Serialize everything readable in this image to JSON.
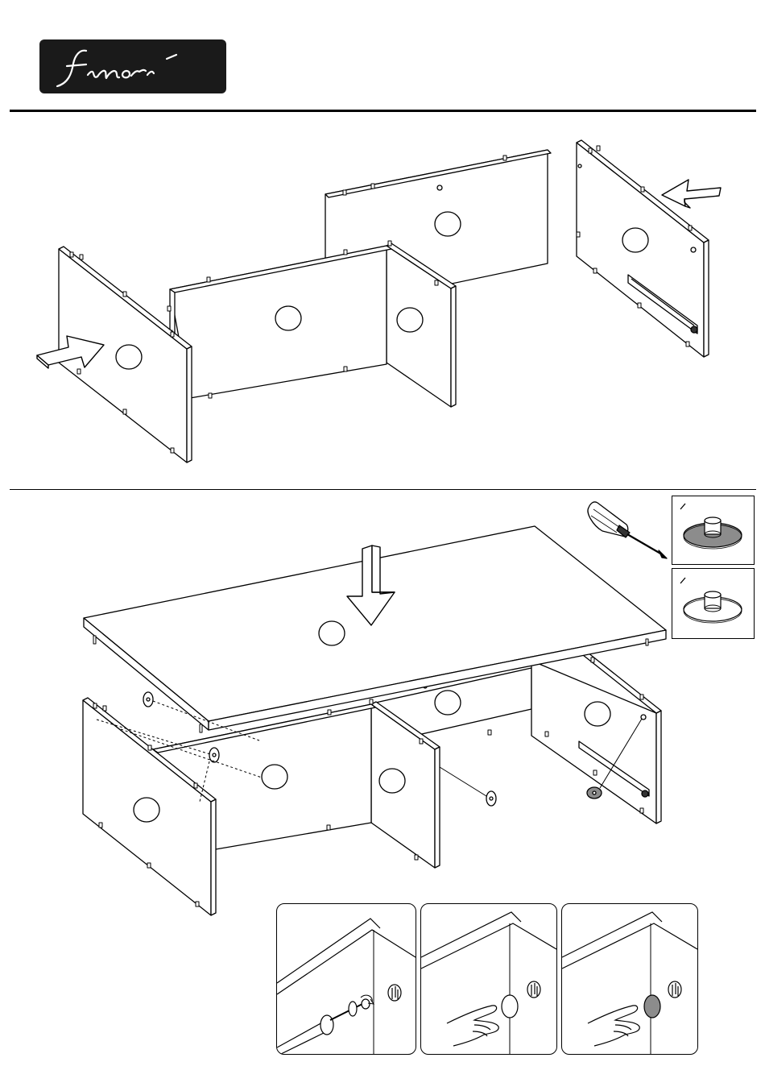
{
  "brand": {
    "logo_text": "finori",
    "logo_bg": "#1a1a1a",
    "logo_fg": "#ffffff",
    "logo-icon": "finori-script-logo"
  },
  "step1": {
    "arrows": [
      "arrow-right-icon",
      "arrow-left-icon"
    ]
  },
  "step2": {
    "arrows": [
      "arrow-down-icon"
    ],
    "tools": [
      "screwdriver-icon"
    ],
    "insets": [
      "cover-cap-grey-icon",
      "cover-cap-white-icon"
    ],
    "details": [
      "detail-screwing",
      "detail-press-white-cap",
      "detail-press-grey-cap"
    ]
  },
  "colors": {
    "line": "#000000",
    "cap_grey": "#8c8c8c",
    "background": "#ffffff"
  }
}
